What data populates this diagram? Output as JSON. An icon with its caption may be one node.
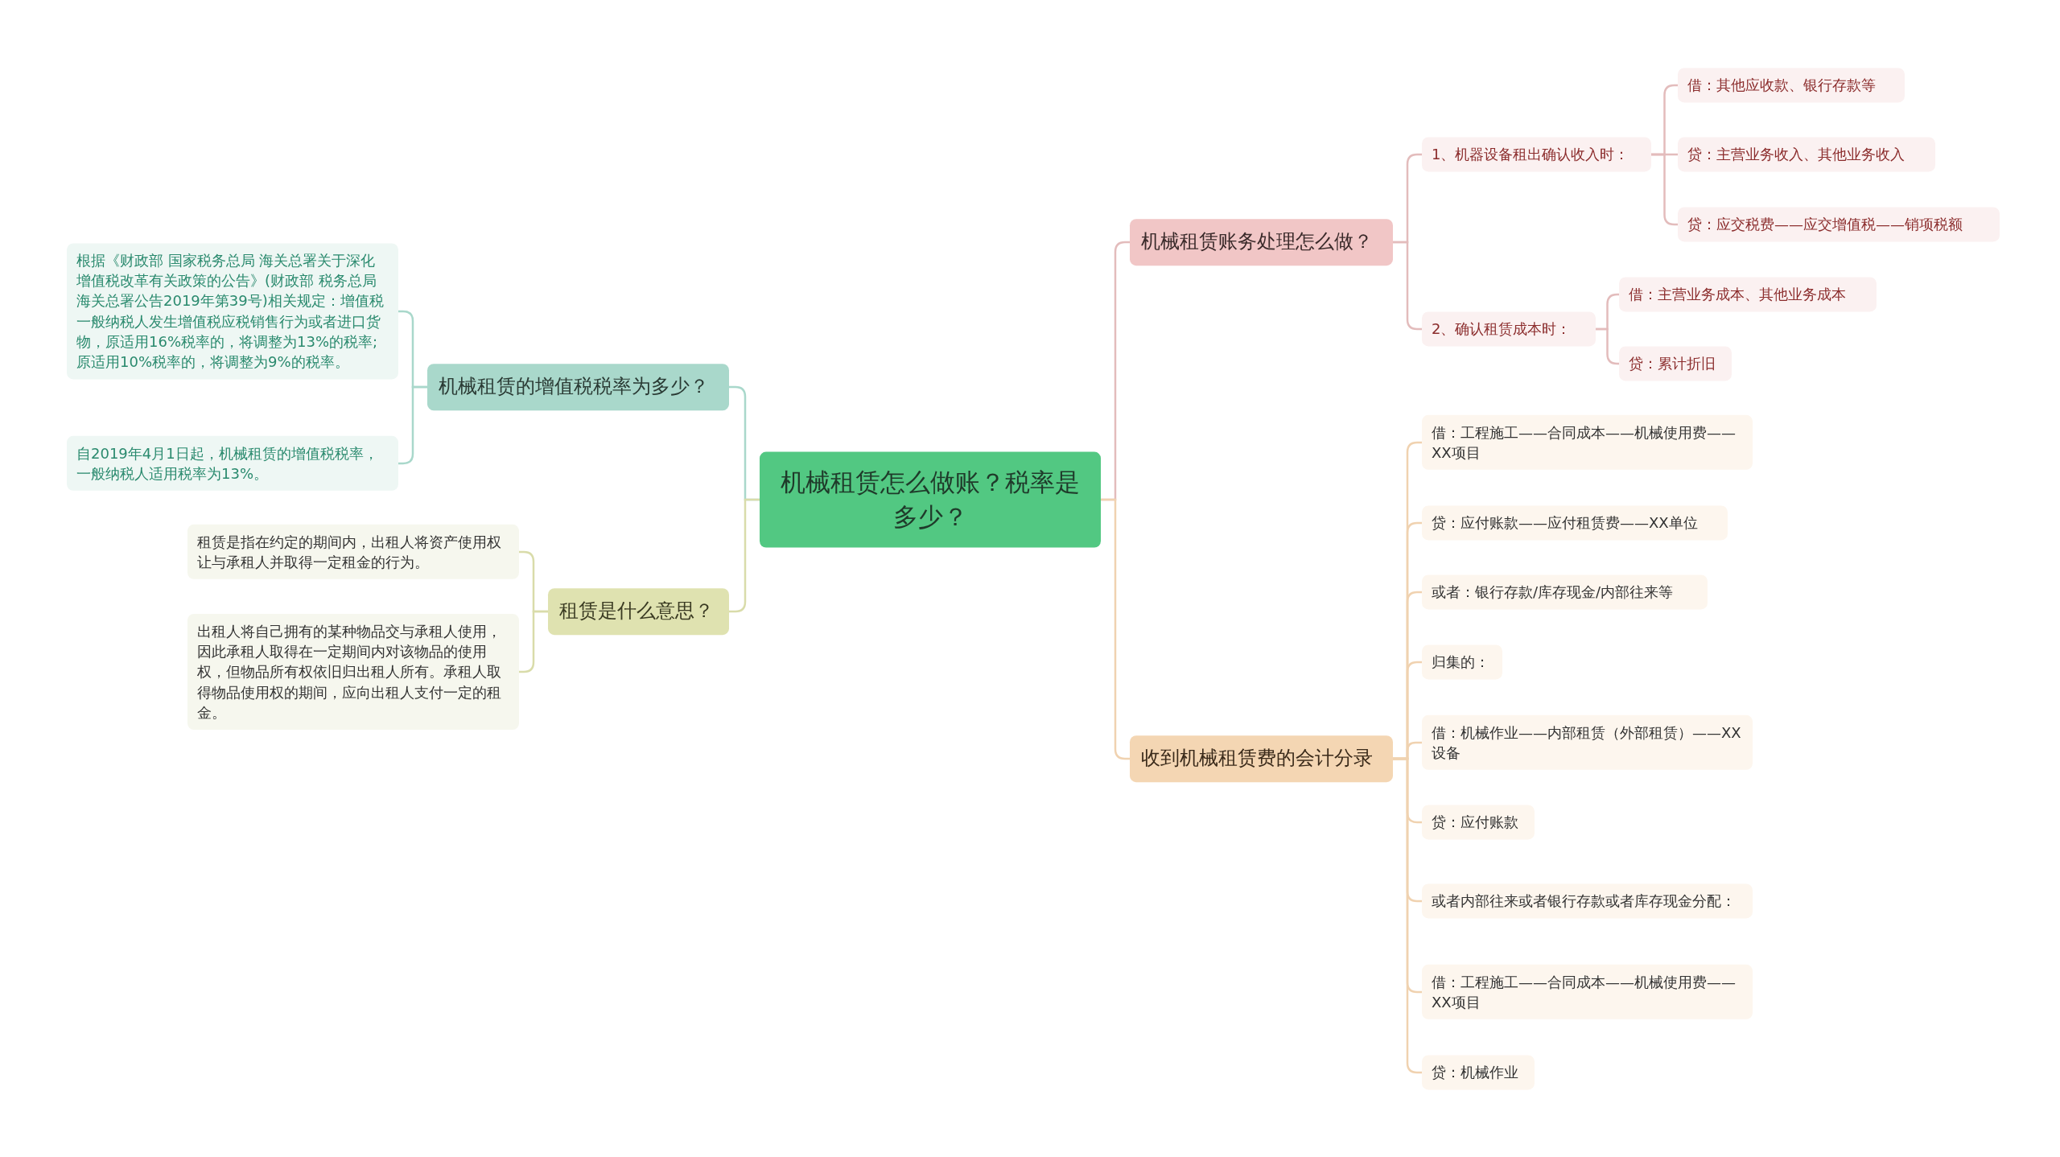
{
  "diagram": {
    "nodes": [
      {
        "text": [
          "机械租赁怎么做账？税率是多少？"
        ]
      },
      {
        "text": [
          "机械租赁账务处理怎么做？"
        ]
      },
      {
        "text": [
          "1、机器设备租出确认收入时："
        ]
      },
      {
        "text": [
          "借：其他应收款、银行存款等"
        ]
      },
      {
        "text": [
          "贷：主营业务收入、其他业务收入"
        ]
      },
      {
        "text": [
          "贷：应交税费——应交增值税——销项税额"
        ]
      },
      {
        "text": [
          "2、确认租赁成本时："
        ]
      },
      {
        "text": [
          "借：主营业务成本、其他业务成本"
        ]
      },
      {
        "text": [
          "贷：累计折旧"
        ]
      },
      {
        "text": [
          "收到机械租赁费的会计分录"
        ]
      },
      {
        "text": [
          "借：工程施工——合同成本——机械使用费——XX项目"
        ]
      },
      {
        "text": [
          "贷：应付账款——应付租赁费——XX单位"
        ]
      },
      {
        "text": [
          "或者：银行存款/库存现金/内部往来等"
        ]
      },
      {
        "text": [
          "归集的："
        ]
      },
      {
        "text": [
          "借：机械作业——内部租赁（外部租赁）——XX设备"
        ]
      },
      {
        "text": [
          "贷：应付账款"
        ]
      },
      {
        "text": [
          "或者内部往来或者银行存款或者库存现金分配："
        ]
      },
      {
        "text": [
          "借：工程施工——合同成本——机械使用费——XX项目"
        ]
      },
      {
        "text": [
          "贷：机械作业"
        ]
      },
      {
        "text": [
          "机械租赁的增值税税率为多少？"
        ]
      },
      {
        "text": [
          "根据《财政部 国家税务总局 海关总署关于深化增值税改革有关政策的公告》(财政部 税务总局海关总署公告2019年第39号)相关规定：增值税一般纳税人发生增值税应税销售行为或者进口货物，原适用16%税率的，将调整为13%的税率;原适用10%税率的，将调整为9%的税率。"
        ]
      },
      {
        "text": [
          "自2019年4月1日起，机械租赁的增值税税率，一般纳税人适用税率为13%。"
        ]
      },
      {
        "text": [
          "租赁是什么意思？"
        ]
      },
      {
        "text": [
          "租赁是指在约定的期间内，出租人将资产使用权让与承租人并取得一定租金的行为。"
        ]
      },
      {
        "text": [
          "出租人将自己拥有的某种物品交与承租人使用，因此承租人取得在一定期间内对该物品的使用权，但物品所有权依旧归出租人所有。承租人取得物品使用权的期间，应向出租人支付一定的租金。"
        ]
      }
    ],
    "edges": [
      {
        "from": 0,
        "to": 1,
        "arrow": "none",
        "color": "#e3bcbc"
      },
      {
        "from": 0,
        "to": 9,
        "arrow": "none"
      },
      {
        "from": 0,
        "to": 19,
        "arrow": "none",
        "color": "#a9d8cb"
      },
      {
        "from": 0,
        "to": 22,
        "arrow": "none",
        "color": "#d9dcaa"
      },
      {
        "from": 1,
        "to": 2,
        "arrow": "none",
        "color": "#e3bcbc"
      },
      {
        "from": 1,
        "to": 6,
        "arrow": "none",
        "color": "#e3bcbc"
      },
      {
        "from": 2,
        "to": 3,
        "arrow": "none",
        "color": "#e3bcbc"
      },
      {
        "from": 2,
        "to": 4,
        "arrow": "none",
        "color": "#e3bcbc"
      },
      {
        "from": 2,
        "to": 5,
        "arrow": "none",
        "color": "#e3bcbc"
      },
      {
        "from": 6,
        "to": 7,
        "arrow": "none",
        "color": "#e3bcbc"
      },
      {
        "from": 6,
        "to": 8,
        "arrow": "none",
        "color": "#e3bcbc"
      },
      {
        "from": 9,
        "to": 10,
        "arrow": "none"
      },
      {
        "from": 9,
        "to": 11,
        "arrow": "none"
      },
      {
        "from": 9,
        "to": 12,
        "arrow": "none"
      },
      {
        "from": 9,
        "to": 13,
        "arrow": "none"
      },
      {
        "from": 9,
        "to": 14,
        "arrow": "none"
      },
      {
        "from": 9,
        "to": 15,
        "arrow": "none"
      },
      {
        "from": 9,
        "to": 16,
        "arrow": "none"
      },
      {
        "from": 9,
        "to": 17,
        "arrow": "none"
      },
      {
        "from": 9,
        "to": 18,
        "arrow": "none"
      },
      {
        "from": 19,
        "to": 20,
        "arrow": "none",
        "color": "#a9d8cb"
      },
      {
        "from": 19,
        "to": 21,
        "arrow": "none",
        "color": "#a9d8cb"
      },
      {
        "from": 22,
        "to": 23,
        "arrow": "none",
        "color": "#d9dcaa"
      },
      {
        "from": 22,
        "to": 24,
        "arrow": "none",
        "color": "#d9dcaa"
      }
    ]
  }
}
